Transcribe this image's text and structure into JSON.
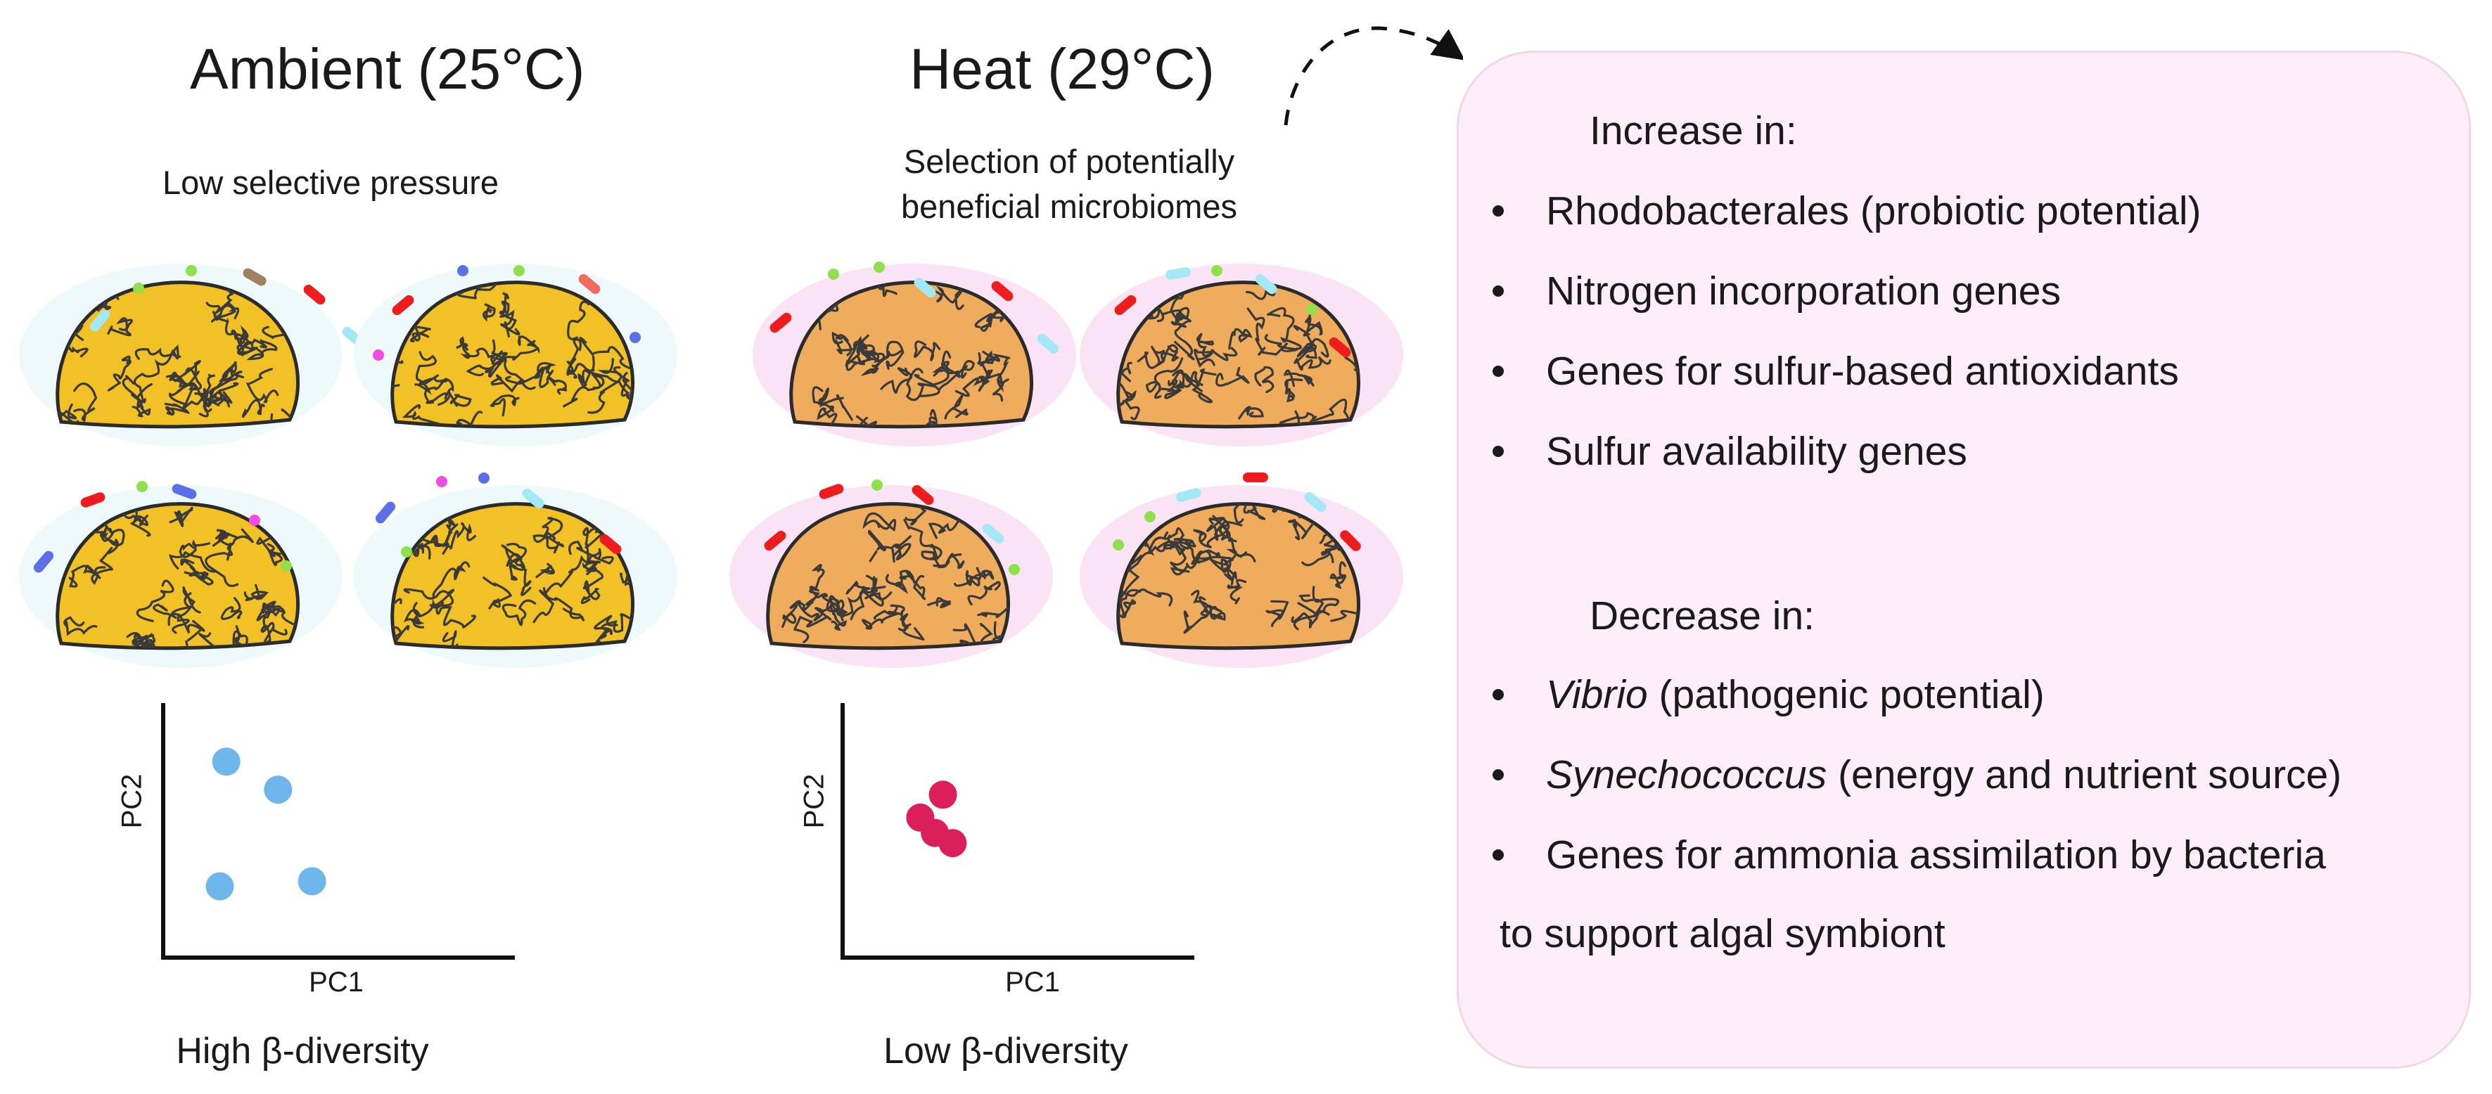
{
  "columns": [
    {
      "title": "Ambient (25°C)",
      "subtitle_lines": [
        "Low selective pressure"
      ],
      "diversity_label": "High β-diversity",
      "halo_color": "#eef9fb",
      "pca": {
        "x_label": "PC1",
        "y_label": "PC2",
        "point_color": "#6fb6ea",
        "points": [
          [
            0.39,
            0.77
          ],
          [
            0.71,
            0.66
          ],
          [
            0.35,
            0.28
          ],
          [
            0.92,
            0.3
          ]
        ]
      }
    },
    {
      "title": "Heat (29°C)",
      "subtitle_lines": [
        "Selection of potentially",
        "beneficial microbiomes"
      ],
      "diversity_label": "Low β-diversity",
      "halo_color": "#fbe3f6",
      "pca": {
        "x_label": "PC1",
        "y_label": "PC2",
        "point_color": "#dc1e5b",
        "points": [
          [
            0.62,
            0.64
          ],
          [
            0.48,
            0.55
          ],
          [
            0.57,
            0.49
          ],
          [
            0.68,
            0.45
          ]
        ]
      }
    }
  ],
  "coral_icon": {
    "fill_ambient": "#f2c126",
    "fill_heat": "#efac5c",
    "outline": "#2b2b2b"
  },
  "microbe_colors": {
    "green": "#8fe04a",
    "cyan": "#a3e9f5",
    "red": "#ee1c1c",
    "salmon": "#f36a5c",
    "blue": "#5b6fe8",
    "pink": "#f04be3",
    "brown": "#a4815e"
  },
  "increase": {
    "heading": "Increase in:",
    "items": [
      {
        "parts": [
          {
            "text": "Rhodobacterales (probiotic potential)",
            "italic": false
          }
        ]
      },
      {
        "parts": [
          {
            "text": "Nitrogen incorporation genes",
            "italic": false
          }
        ]
      },
      {
        "parts": [
          {
            "text": "Genes for sulfur-based antioxidants",
            "italic": false
          }
        ]
      },
      {
        "parts": [
          {
            "text": "Sulfur availability genes",
            "italic": false
          }
        ]
      }
    ]
  },
  "decrease": {
    "heading": "Decrease in:",
    "items": [
      {
        "parts": [
          {
            "text": "Vibrio",
            "italic": true
          },
          {
            "text": " (pathogenic potential)",
            "italic": false
          }
        ]
      },
      {
        "parts": [
          {
            "text": "Synechococcus",
            "italic": true
          },
          {
            "text": " (energy and nutrient source)",
            "italic": false
          }
        ]
      },
      {
        "parts": [
          {
            "text": "Genes for ammonia assimilation by bacteria",
            "italic": false
          }
        ]
      }
    ],
    "continuation": "to support algal symbiont"
  },
  "panel": {
    "background": "#fdeefa",
    "border": "#f1d7ec"
  }
}
